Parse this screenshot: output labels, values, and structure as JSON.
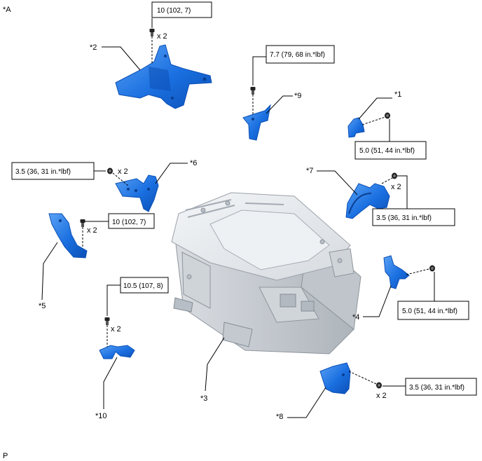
{
  "figure_id": "*A",
  "footer_mark": "P",
  "quantity_x2": "x 2",
  "callouts": [
    {
      "id": "c1",
      "text": "*1"
    },
    {
      "id": "c2",
      "text": "*2"
    },
    {
      "id": "c3",
      "text": "*3"
    },
    {
      "id": "c4",
      "text": "*4"
    },
    {
      "id": "c5",
      "text": "*5"
    },
    {
      "id": "c6",
      "text": "*6"
    },
    {
      "id": "c7",
      "text": "*7"
    },
    {
      "id": "c8",
      "text": "*8"
    },
    {
      "id": "c9",
      "text": "*9"
    },
    {
      "id": "c10",
      "text": "*10"
    }
  ],
  "torque_specs": {
    "t_bracket2": "10 (102, 7)",
    "t_bracket9": "7.7 (79, 68 in.*lbf)",
    "t_bracket1": "5.0 (51, 44 in.*lbf)",
    "t_bracket6": "3.5 (36, 31 in.*lbf)",
    "t_bracket7": "3.5 (36, 31 in.*lbf)",
    "t_bracket5": "10 (102, 7)",
    "t_bracket10": "10.5 (107, 8)",
    "t_bracket4": "5.0 (51, 44 in.*lbf)",
    "t_bracket8": "3.5 (36, 31 in.*lbf)"
  },
  "colors": {
    "bracket_blue": "#1a6fe0",
    "bracket_blue_dark": "#0b4fb5",
    "bracket_blue_light": "#5aa2f5",
    "housing_light": "#e6eaee",
    "housing_mid": "#c9ced4",
    "housing_dark": "#8e959c",
    "line": "#000000"
  }
}
